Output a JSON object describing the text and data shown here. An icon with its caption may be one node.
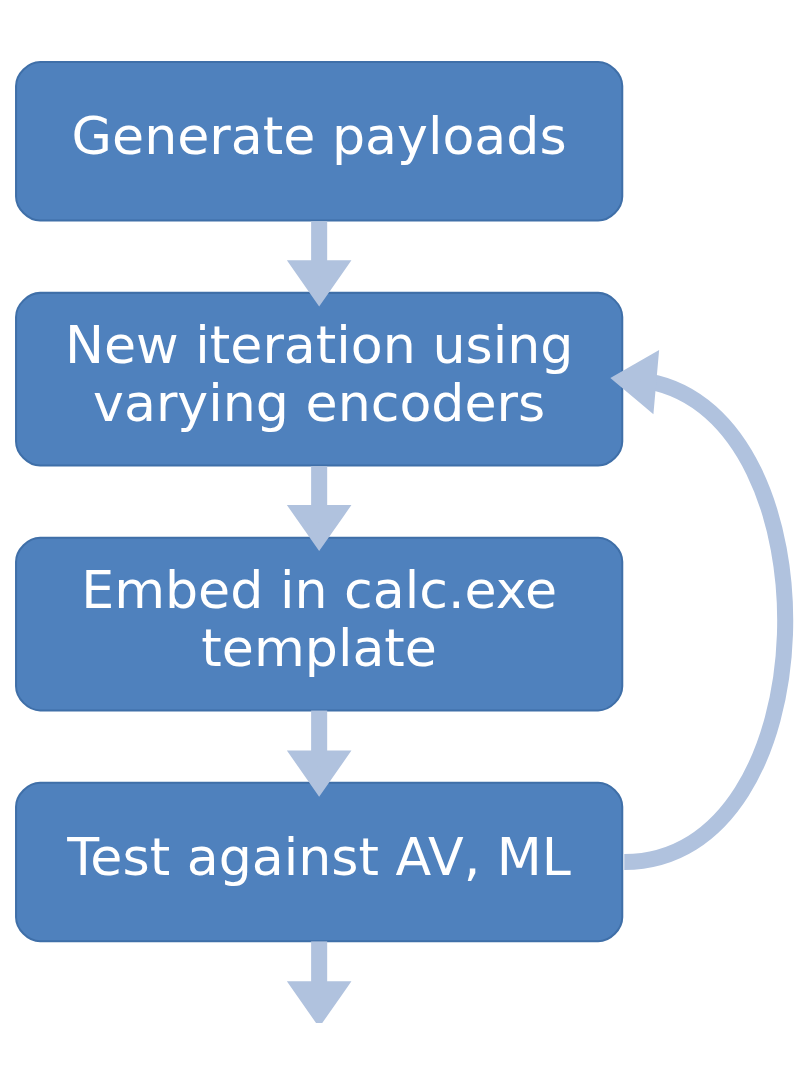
{
  "diagram": {
    "nodes": [
      {
        "text": [
          "Generate payloads"
        ]
      },
      {
        "text": [
          "New iteration using varying encoders"
        ]
      },
      {
        "text": [
          "Embed in calc.exe template"
        ]
      },
      {
        "text": [
          "Test against AV, ML"
        ]
      }
    ],
    "edges": [
      {
        "from": 0,
        "to": 1,
        "arrow": "to"
      },
      {
        "from": 1,
        "to": 2,
        "arrow": "to"
      },
      {
        "from": 2,
        "to": 3,
        "arrow": "to"
      },
      {
        "from": 3,
        "to": 1,
        "arrow": "to"
      },
      {
        "from": 3,
        "to": null,
        "arrow": "to"
      }
    ]
  }
}
